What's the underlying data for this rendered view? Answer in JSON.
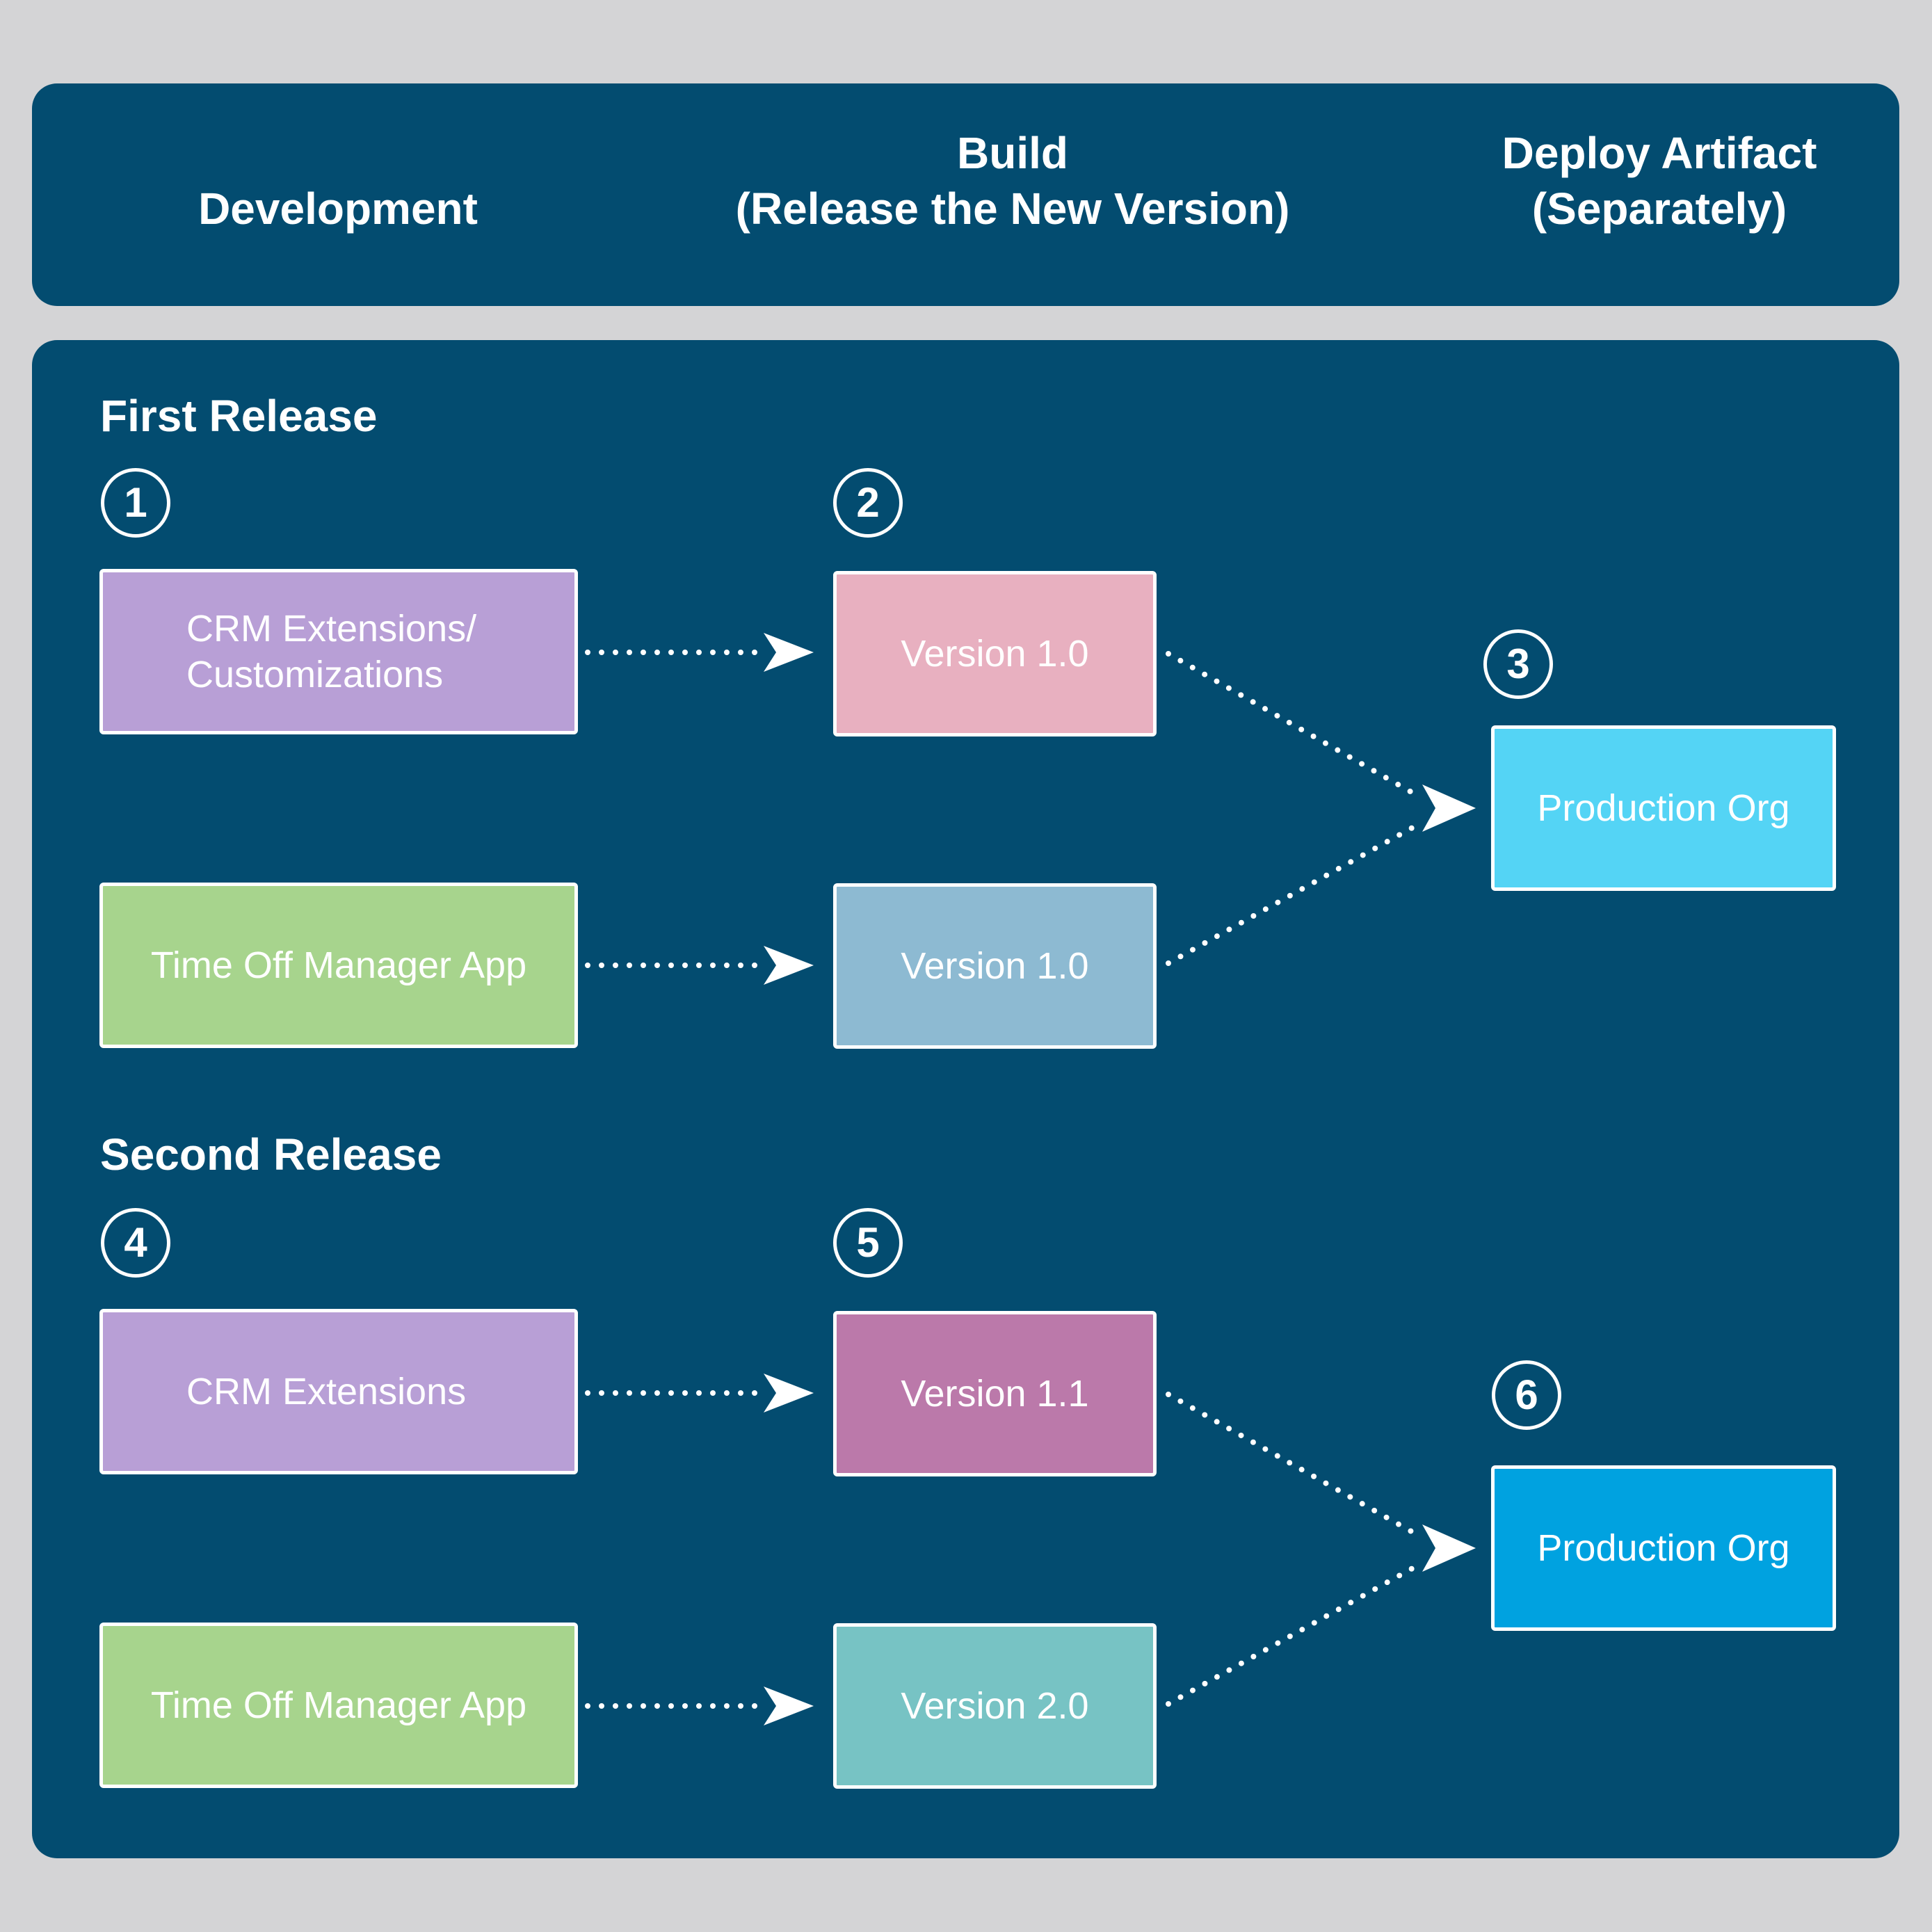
{
  "header": {
    "col1": "Development",
    "col2_line1": "Build",
    "col2_line2": "(Release the New Version)",
    "col3_line1": "Deploy Artifact",
    "col3_line2": "(Separately)"
  },
  "first_release": {
    "title": "First Release",
    "steps": [
      "1",
      "2",
      "3"
    ],
    "dev_crm_line1": "CRM Extensions/",
    "dev_crm_line2": "Customizations",
    "dev_timeoff": "Time Off Manager App",
    "build_crm": "Version 1.0",
    "build_timeoff": "Version 1.0",
    "deploy": "Production Org"
  },
  "second_release": {
    "title": "Second Release",
    "steps": [
      "4",
      "5",
      "6"
    ],
    "dev_crm": "CRM Extensions",
    "dev_timeoff": "Time Off Manager App",
    "build_crm": "Version 1.1",
    "build_timeoff": "Version 2.0",
    "deploy": "Production Org"
  },
  "colors": {
    "background": "#d4d4d6",
    "panel": "#034c70",
    "dev_crm": "#b89fd6",
    "dev_timeoff": "#a7d48d",
    "v1_crm": "#e8b0c0",
    "v1_timeoff": "#8dbad2",
    "prod1": "#54d4f5",
    "v11_crm": "#bb79aa",
    "v20_timeoff": "#77c3c4",
    "prod2": "#00a2e0"
  }
}
